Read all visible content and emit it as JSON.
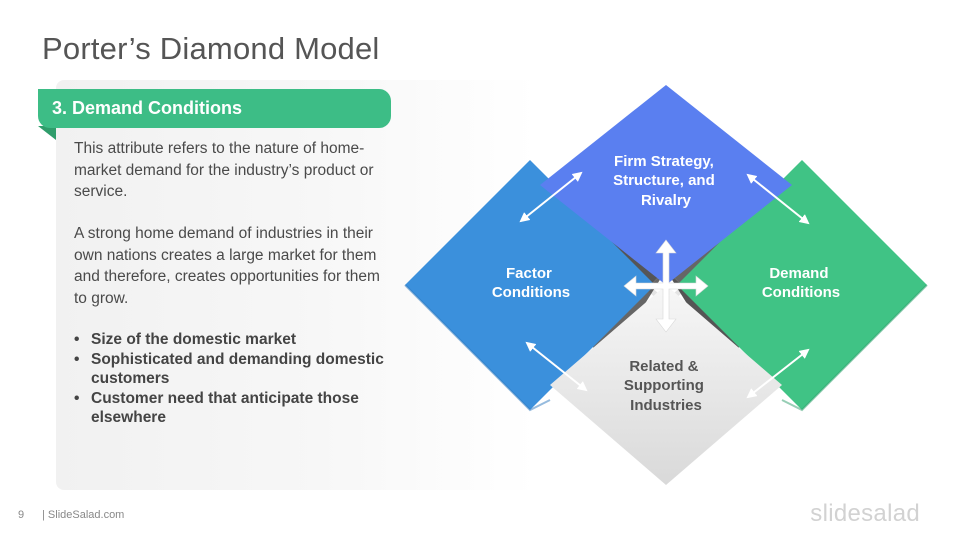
{
  "slide": {
    "title": "Porter’s Diamond Model",
    "page_number": "9",
    "site": "| SlideSalad.com",
    "logo_text": "slidesalad"
  },
  "panel": {
    "heading": "3. Demand Conditions",
    "paragraphs": [
      "This attribute refers to the nature of home-market demand for the industry’s product or service.",
      "A strong home demand of industries in their own nations creates a large market for them and therefore, creates opportunities for them to grow."
    ],
    "bullets": [
      "Size of the domestic market",
      "Sophisticated and demanding domestic customers",
      "Customer need that anticipate those elsewhere"
    ],
    "bullet_symbol": "•"
  },
  "diamond": {
    "top": {
      "lines": [
        "Firm Strategy,",
        "Structure, and",
        "Rivalry"
      ],
      "color": "#5a7ff0"
    },
    "left": {
      "lines": [
        "Factor",
        "Conditions"
      ],
      "color": "#3b90dc"
    },
    "right": {
      "lines": [
        "Demand",
        "Conditions"
      ],
      "color": "#40c385"
    },
    "bottom": {
      "lines": [
        "Related &",
        "Supporting",
        "Industries"
      ],
      "color": "#e4e4e4"
    },
    "center_icon": "four-way-arrow-icon",
    "edge_icon": "double-arrow-icon"
  },
  "colors": {
    "accent_green": "#3dbd86",
    "title_gray": "#555555"
  }
}
